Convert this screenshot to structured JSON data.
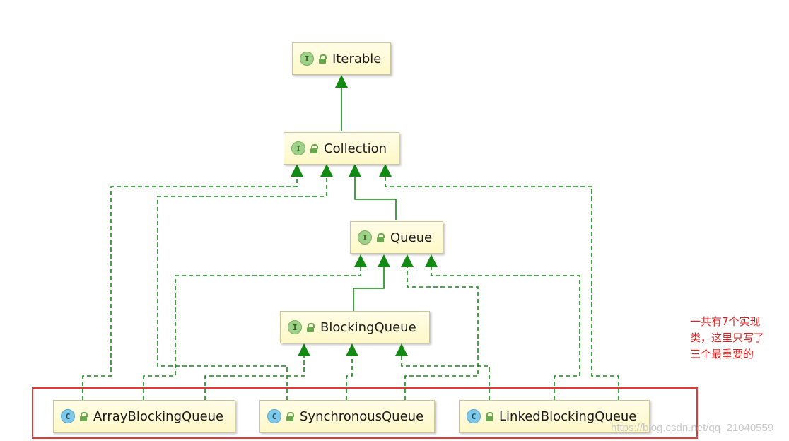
{
  "nodes": {
    "iterable": {
      "label": "Iterable",
      "kind": "I"
    },
    "collection": {
      "label": "Collection",
      "kind": "I"
    },
    "queue": {
      "label": "Queue",
      "kind": "I"
    },
    "blocking_queue": {
      "label": "BlockingQueue",
      "kind": "I"
    },
    "array_blocking_queue": {
      "label": "ArrayBlockingQueue",
      "kind": "C"
    },
    "synchronous_queue": {
      "label": "SynchronousQueue",
      "kind": "C"
    },
    "linked_blocking_queue": {
      "label": "LinkedBlockingQueue",
      "kind": "C"
    }
  },
  "annotation": {
    "line1": "一共有7个实现",
    "line2": "类，这里只写了",
    "line3": "三个最重要的"
  },
  "watermark": "https://blog.csdn.net/qq_21040559",
  "colors": {
    "edge": "#138a13",
    "node_fill": "#fffbd6",
    "highlight": "#e53935",
    "annotation": "#e02020"
  },
  "icons": {
    "interface_badge": "interface-badge-icon",
    "class_badge": "class-badge-icon",
    "visibility": "lock-icon"
  }
}
